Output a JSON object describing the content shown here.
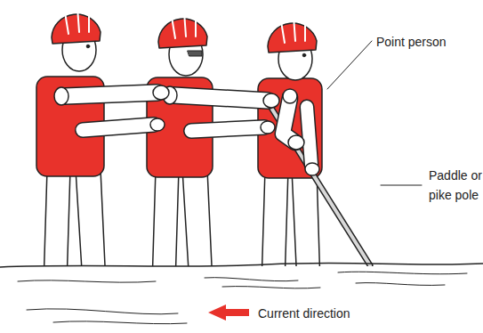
{
  "diagram": {
    "labels": [
      "Point person",
      "Paddle or pike pole",
      "Current direction"
    ]
  }
}
